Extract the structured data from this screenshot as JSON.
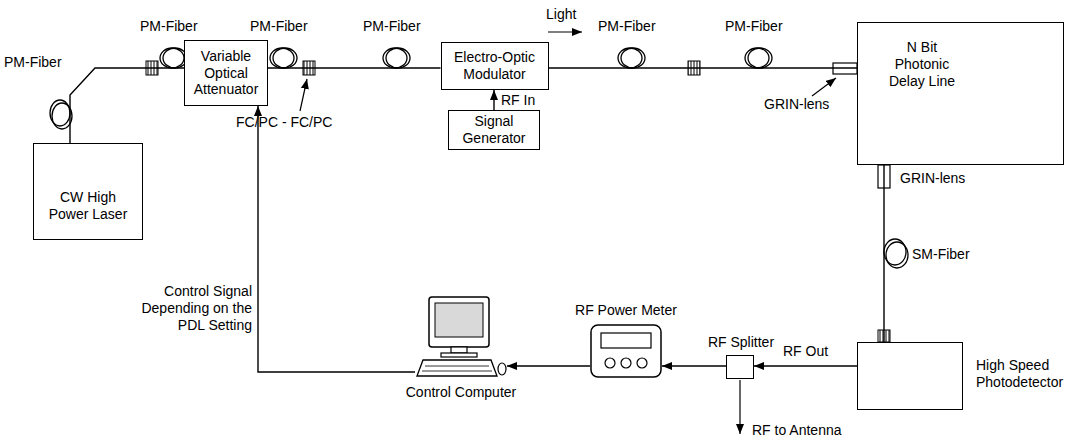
{
  "diagram": {
    "nodes": [
      {
        "text": [
          "CW High Power Laser"
        ]
      },
      {
        "text": [
          "Variable Optical Attenuator"
        ]
      },
      {
        "text": [
          "Electro-Optic Modulator"
        ]
      },
      {
        "text": [
          "Signal Generator"
        ]
      },
      {
        "text": [
          "N Bit Photonic Delay Line"
        ]
      },
      {
        "text": [
          "High Speed Photodetector"
        ]
      },
      {
        "text": [
          "RF Splitter"
        ]
      },
      {
        "text": [
          "RF Power Meter"
        ]
      },
      {
        "text": [
          "Control Computer"
        ]
      }
    ],
    "edges": [
      {
        "from": 0,
        "to": 1,
        "arrow": "none"
      },
      {
        "from": 1,
        "to": 2,
        "arrow": "none"
      },
      {
        "from": 3,
        "to": 2,
        "arrow": "to",
        "label": "RF In"
      },
      {
        "from": 2,
        "to": 4,
        "arrow": "none"
      },
      {
        "from": 4,
        "to": 5,
        "arrow": "none"
      },
      {
        "from": 5,
        "to": 6,
        "arrow": "to",
        "label": "RF Out"
      },
      {
        "from": 6,
        "to": 7,
        "arrow": "to"
      },
      {
        "from": 7,
        "to": 8,
        "arrow": "to"
      },
      {
        "from": 8,
        "to": 1,
        "arrow": "to",
        "label": "Control Signal Depending on the PDL Setting"
      }
    ],
    "labels": [
      "PM-Fiber",
      "PM-Fiber",
      "PM-Fiber",
      "PM-Fiber",
      "PM-Fiber",
      "PM-Fiber",
      "FC/PC - FC/PC",
      "Light",
      "GRIN-lens",
      "GRIN-lens",
      "SM-Fiber",
      "RF to Antenna"
    ]
  }
}
